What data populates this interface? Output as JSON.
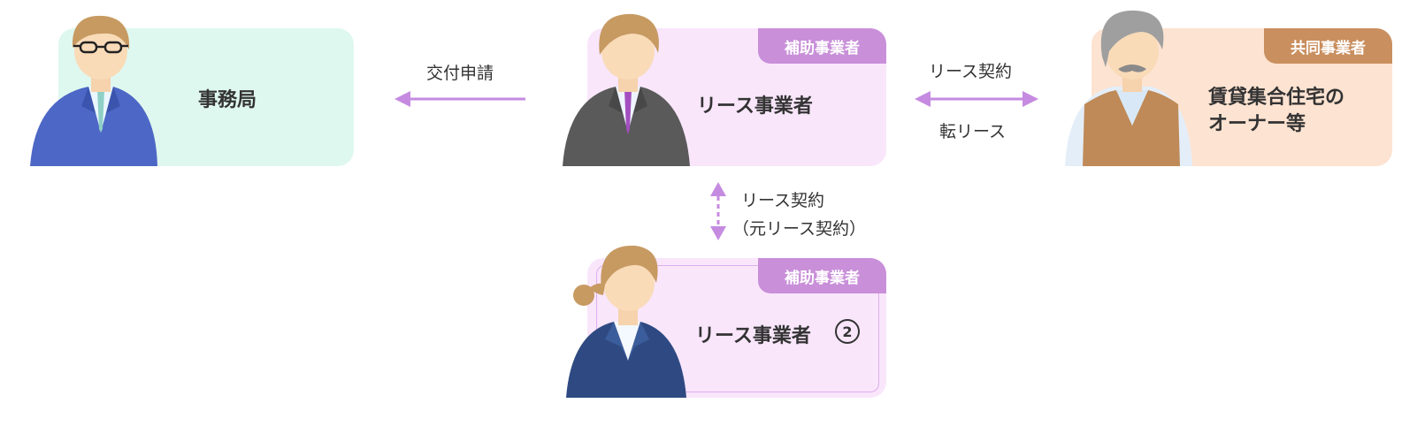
{
  "nodes": {
    "secretariat": {
      "label": "事務局"
    },
    "lessor": {
      "label": "リース事業者",
      "badge": "補助事業者"
    },
    "owner": {
      "label_line1": "賃貸集合住宅の",
      "label_line2": "オーナー等",
      "badge": "共同事業者"
    },
    "lessor2": {
      "label": "リース事業者",
      "number": "2",
      "badge": "補助事業者"
    }
  },
  "edges": {
    "application": "交付申請",
    "lease_contract": "リース契約",
    "sublease": "転リース",
    "original_lease_line1": "リース契約",
    "original_lease_line2": "（元リース契約）"
  },
  "colors": {
    "mint_card": "#dff8ef",
    "pink_card": "#f9e6fb",
    "peach_card": "#fde3d1",
    "purple_badge": "#c98fd9",
    "brown_badge": "#c98f5f",
    "arrow": "#c58be0"
  }
}
